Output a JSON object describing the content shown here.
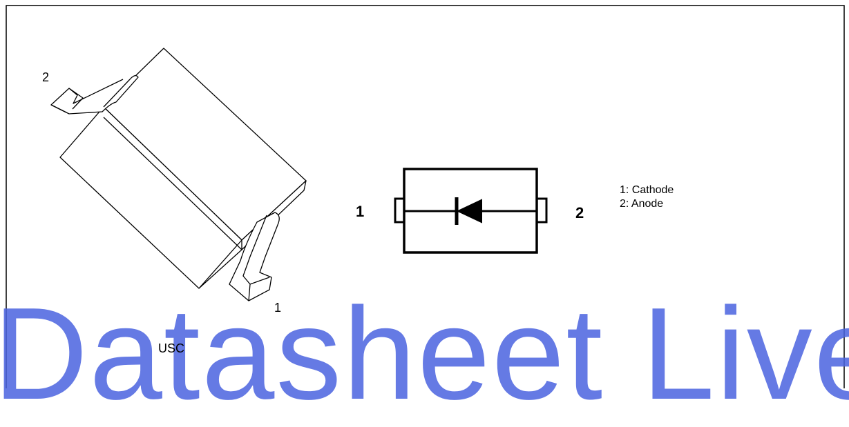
{
  "package_drawing": {
    "pin2_label": "2",
    "pin1_label": "1",
    "package_name": "USC"
  },
  "symbol": {
    "pin1_label": "1",
    "pin2_label": "2"
  },
  "legend": {
    "line1": "1: Cathode",
    "line2": "2: Anode"
  },
  "watermark": {
    "text": "Datasheet Live",
    "color": "#4b63e0"
  }
}
